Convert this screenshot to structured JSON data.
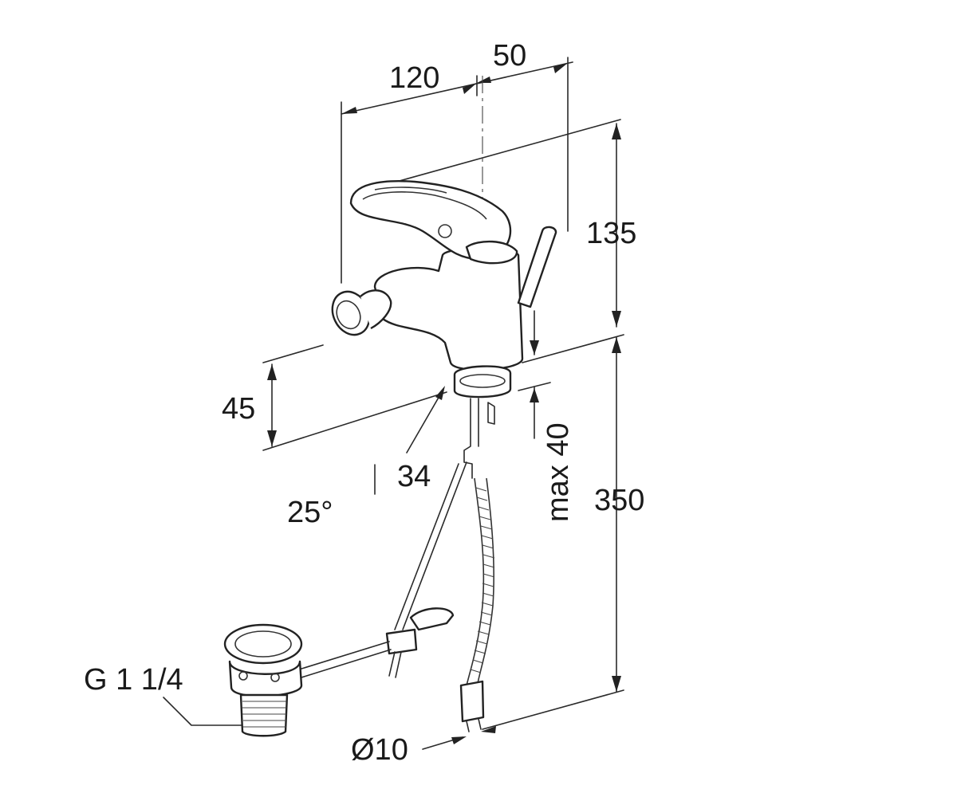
{
  "dimensions": {
    "width_120": "120",
    "width_50": "50",
    "height_135": "135",
    "height_45": "45",
    "thread_34": "34",
    "angle": "25°",
    "max_40": "max 40",
    "height_350": "350",
    "thread_g": "G 1 1/4",
    "diameter": "Ø10"
  }
}
